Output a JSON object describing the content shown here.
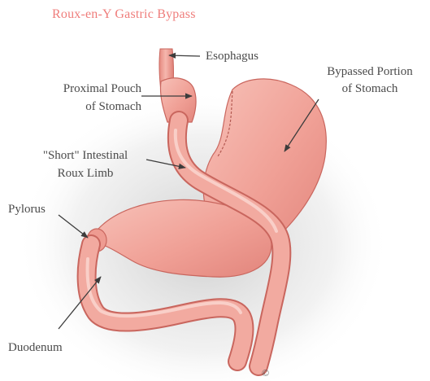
{
  "title": "Roux-en-Y Gastric Bypass",
  "labels": {
    "esophagus": "Esophagus",
    "proximal_pouch": [
      "Proximal Pouch",
      "of Stomach"
    ],
    "short_limb": [
      "\"Short\" Intestinal",
      "Roux Limb"
    ],
    "bypassed": [
      "Bypassed Portion",
      "of Stomach"
    ],
    "pylorus": "Pylorus",
    "duodenum": "Duodenum"
  },
  "copyright": "©",
  "colors": {
    "title": "#ef7d7b",
    "tissue": "#f2a59c",
    "tissue_dark": "#d9776f",
    "label": "#4a4a4a"
  }
}
